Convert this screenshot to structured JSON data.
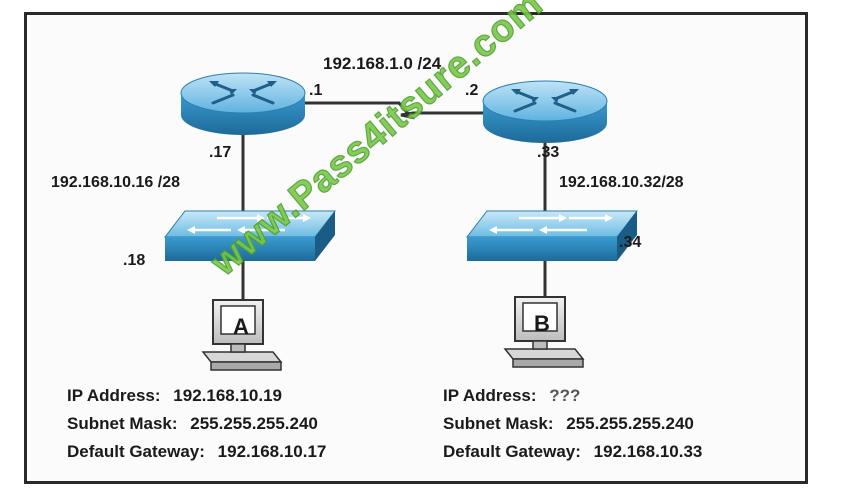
{
  "network": {
    "wan_subnet": "192.168.1.0 /24",
    "router_left_wan_ip": ".1",
    "router_right_wan_ip": ".2",
    "router_left_lan_ip": ".17",
    "router_right_lan_ip": ".33",
    "lan_left_subnet": "192.168.10.16 /28",
    "lan_right_subnet": "192.168.10.32/28",
    "switch_left_ip": ".18",
    "switch_right_ip": ".34"
  },
  "hosts": {
    "a": {
      "label": "A",
      "ip_label": "IP Address:",
      "ip_value": "192.168.10.19",
      "mask_label": "Subnet Mask:",
      "mask_value": "255.255.255.240",
      "gw_label": "Default Gateway:",
      "gw_value": "192.168.10.17"
    },
    "b": {
      "label": "B",
      "ip_label": "IP Address:",
      "ip_value": "???",
      "mask_label": "Subnet Mask:",
      "mask_value": "255.255.255.240",
      "gw_label": "Default Gateway:",
      "gw_value": "192.168.10.33"
    }
  },
  "watermark": {
    "text": "www.Pass4itsure.com",
    "color": "#78c94a"
  },
  "colors": {
    "device_blue": "#4aa8d8",
    "device_dark": "#1f6f9e",
    "link": "#333333"
  },
  "icons": [
    "router-icon",
    "switch-icon",
    "computer-icon",
    "serial-link-icon"
  ]
}
